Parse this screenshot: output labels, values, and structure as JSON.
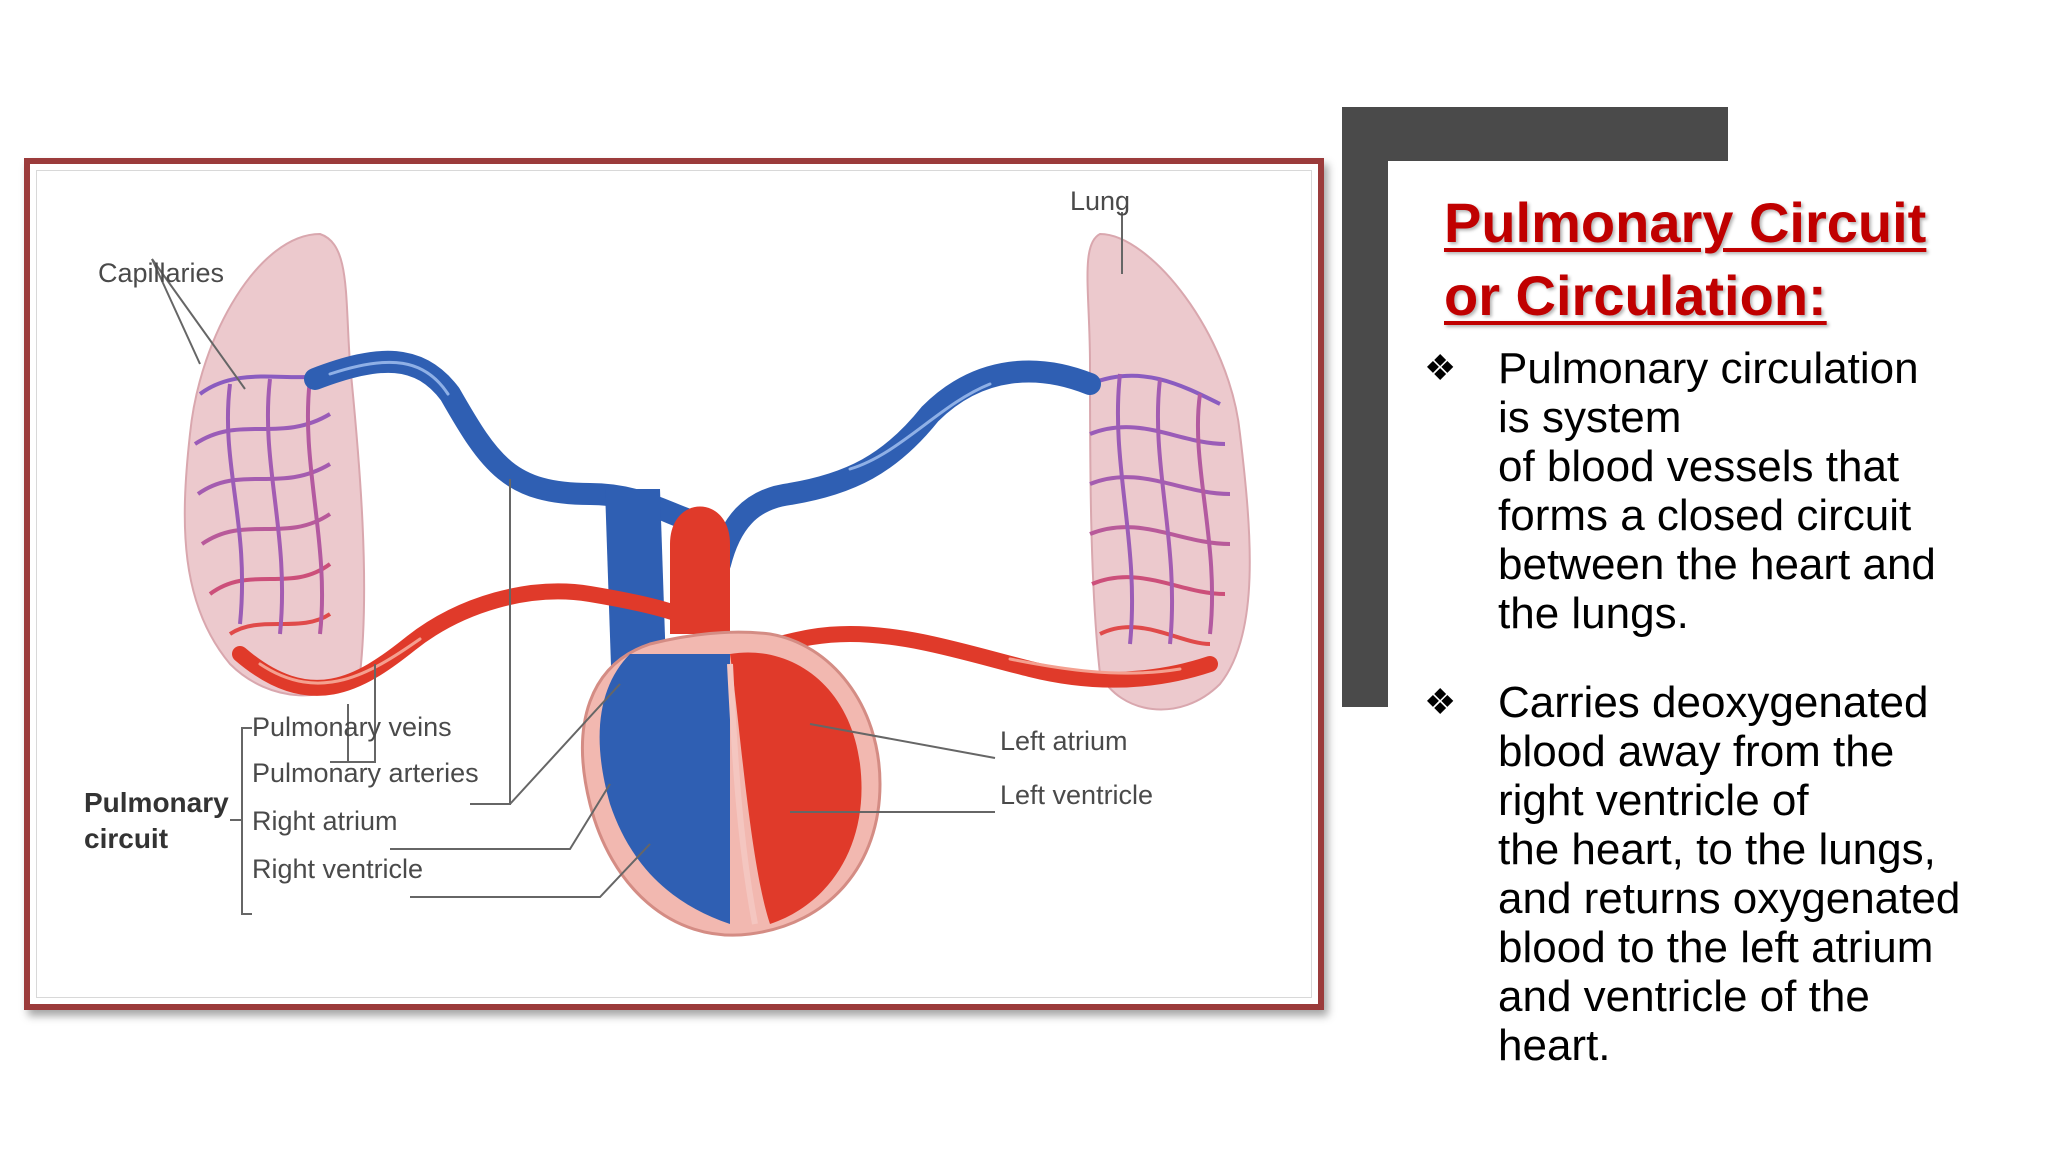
{
  "diagram": {
    "labels": {
      "lung": "Lung",
      "capillaries": "Capillaries",
      "pulmonary_circuit": "Pulmonary",
      "pulmonary_circuit_2": "circuit",
      "pulmonary_veins": "Pulmonary veins",
      "pulmonary_arteries": "Pulmonary arteries",
      "right_atrium": "Right atrium",
      "right_ventricle": "Right ventricle",
      "left_atrium": "Left atrium",
      "left_ventricle": "Left ventricle"
    },
    "colors": {
      "frame": "#9b3b3b",
      "deoxygenated": "#2f5fb3",
      "oxygenated": "#e03a2a",
      "lung": "#e8c3c8"
    }
  },
  "panel": {
    "heading_line1": "Pulmonary Circuit",
    "heading_line2": "or Circulation:",
    "heading_color": "#c00000",
    "bullet_icon": "four-diamond-bullet-icon",
    "bullets": [
      {
        "lines": [
          "Pulmonary circulation",
          "is system",
          "of blood vessels that",
          "forms a closed circuit",
          "between the heart and",
          "the lungs."
        ]
      },
      {
        "lines": [
          "Carries deoxygenated",
          "blood away from the",
          "right ventricle of",
          "the heart, to the lungs,",
          "and returns oxygenated",
          "blood to the left atrium",
          "and ventricle of the",
          "heart."
        ]
      }
    ]
  }
}
